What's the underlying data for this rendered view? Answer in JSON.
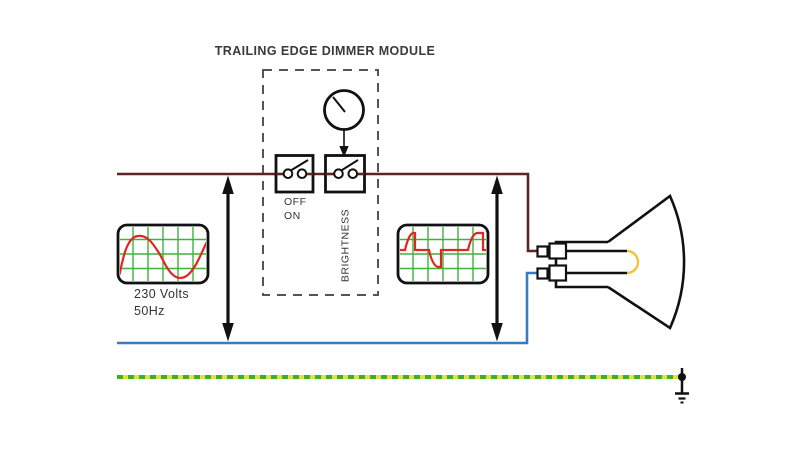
{
  "diagram": {
    "title": "TRAILING EDGE DIMMER MODULE",
    "module": {
      "switch_off_label": "OFF",
      "switch_on_label": "ON",
      "brightness_label": "BRIGHTNESS"
    },
    "supply": {
      "voltage_label": "230 Volts",
      "frequency_label": "50Hz"
    },
    "scopes": {
      "input_waveform": "full-sine-wave",
      "output_waveform": "trailing-edge-chopped-sine-wave"
    },
    "wires": {
      "live": "brown-live-wire",
      "neutral": "blue-neutral-wire",
      "earth": "green-yellow-earth-wire"
    }
  },
  "colors": {
    "live_brown": "#5c2422",
    "neutral_blue": "#3a7ac0",
    "earth_yellow": "#dfe439",
    "earth_green": "#3faf2b",
    "scope_grid_green": "#3db33d",
    "waveform_red": "#e02621",
    "filament_yellow": "#f2c33e",
    "module_outline_gray": "#555555",
    "ink_black": "#111111"
  }
}
